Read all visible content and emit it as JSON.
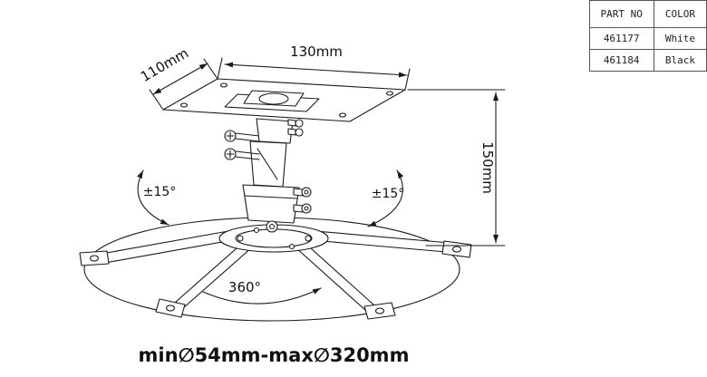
{
  "parts_table": {
    "headers": [
      "PART NO",
      "COLOR"
    ],
    "rows": [
      [
        "461177",
        "White"
      ],
      [
        "461184",
        "Black"
      ]
    ]
  },
  "diagram": {
    "dim_width_top": "130mm",
    "dim_width_side": "110mm",
    "dim_height": "150mm",
    "tilt_left": "±15°",
    "tilt_right": "±15°",
    "swivel": "360°",
    "diameter_range": "min∅54mm-max∅320mm",
    "line_color": "#1a1a1a"
  }
}
